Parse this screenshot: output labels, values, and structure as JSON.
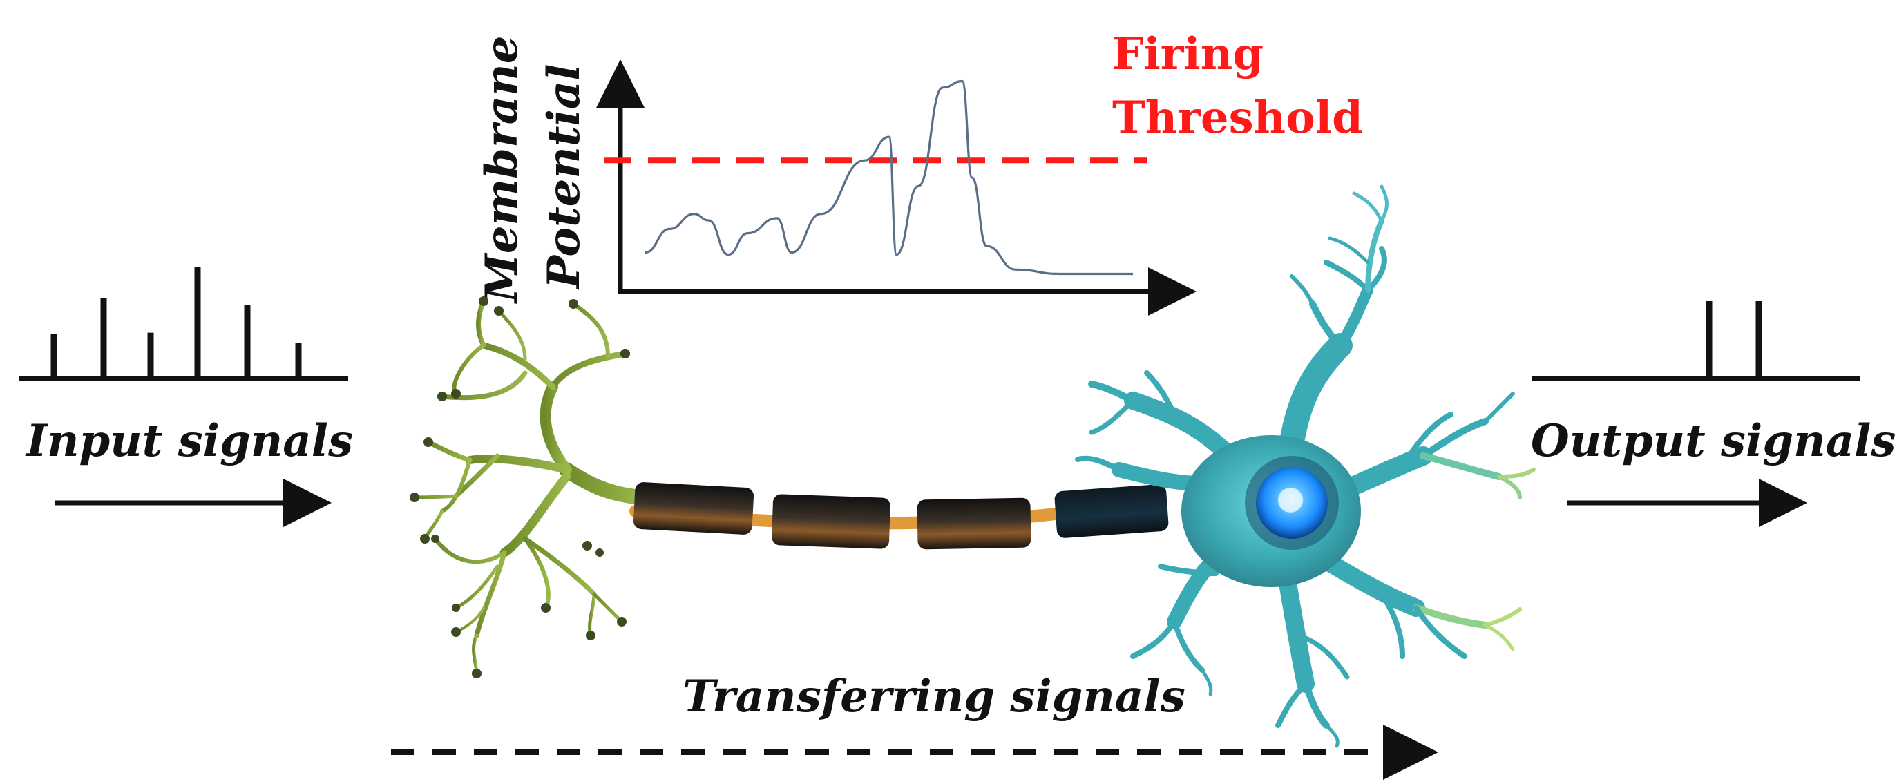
{
  "labels": {
    "input": "Input signals",
    "output": "Output signals",
    "transfer": "Transferring signals",
    "axis_y_line1": "Membrane",
    "axis_y_line2": "Potential",
    "threshold_line1": "Firing",
    "threshold_line2": "Threshold"
  },
  "colors": {
    "ink": "#111111",
    "threshold": "#ff1a1a",
    "potential_curve": "#5a6e85",
    "dendrite": "#7a9a3a",
    "axon_segment": "#2a2420",
    "axon_core": "#e09a3a",
    "soma": "#3aaab5",
    "nucleus": "#1a8cff"
  },
  "input_spikes": {
    "relative_heights": [
      0.4,
      0.72,
      0.41,
      1.0,
      0.66,
      0.32
    ]
  },
  "output_spikes": {
    "relative_heights": [
      1.0,
      1.0
    ]
  },
  "potential_plot": {
    "threshold_level": 0.58,
    "curve": [
      [
        0.0,
        0.15
      ],
      [
        0.05,
        0.26
      ],
      [
        0.1,
        0.33
      ],
      [
        0.13,
        0.3
      ],
      [
        0.17,
        0.14
      ],
      [
        0.21,
        0.24
      ],
      [
        0.27,
        0.31
      ],
      [
        0.3,
        0.15
      ],
      [
        0.36,
        0.33
      ],
      [
        0.45,
        0.58
      ],
      [
        0.5,
        0.69
      ],
      [
        0.515,
        0.14
      ],
      [
        0.56,
        0.46
      ],
      [
        0.61,
        0.92
      ],
      [
        0.65,
        0.95
      ],
      [
        0.67,
        0.5
      ],
      [
        0.7,
        0.18
      ],
      [
        0.76,
        0.07
      ],
      [
        0.85,
        0.05
      ],
      [
        1.0,
        0.05
      ]
    ]
  }
}
